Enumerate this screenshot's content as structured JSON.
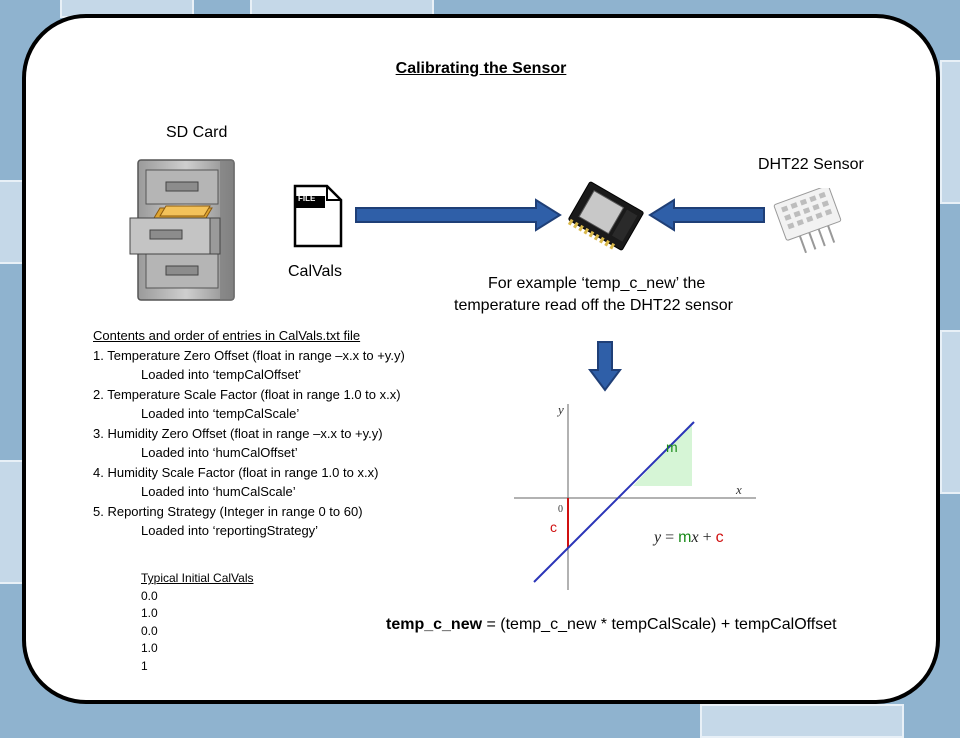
{
  "title": "Calibrating  the Sensor",
  "sd_card_label": "SD Card",
  "file_icon_text": "FILE",
  "file_label": "CalVals",
  "sensor_label": "DHT22 Sensor",
  "example_text": {
    "line1": "For example ‘temp_c_new’ the",
    "line2": "temperature read off the DHT22 sensor"
  },
  "contents": {
    "header": "Contents and order of entries in CalVals.txt file",
    "items": [
      {
        "entry": "1.   Temperature Zero Offset (float in range –x.x to +y.y)",
        "loaded": "Loaded into ‘tempCalOffset’"
      },
      {
        "entry": "2. Temperature Scale Factor (float in range 1.0 to x.x)",
        "loaded": "Loaded into ‘tempCalScale’"
      },
      {
        "entry": "3. Humidity Zero Offset (float in range –x.x to +y.y)",
        "loaded": "Loaded into ‘humCalOffset’"
      },
      {
        "entry": "4. Humidity Scale Factor (float in range 1.0 to x.x)",
        "loaded": "Loaded into ‘humCalScale’"
      },
      {
        "entry": "5. Reporting Strategy (Integer in range 0 to 60)",
        "loaded": "Loaded into ‘reportingStrategy’"
      }
    ]
  },
  "typical": {
    "header": "Typical Initial CalVals",
    "values": [
      "0.0",
      "1.0",
      "0.0",
      "1.0",
      "1"
    ]
  },
  "graph": {
    "y_axis": "y",
    "x_axis": "x",
    "origin": "0",
    "slope_label": "m",
    "intercept_label": "c",
    "equation": {
      "y": "y",
      "eq": " = ",
      "m": "m",
      "x": "x",
      "plus": " + ",
      "c": "c"
    }
  },
  "formula": {
    "lhs": "temp_c_new",
    "rhs": " = (temp_c_new * tempCalScale) + tempCalOffset"
  },
  "colors": {
    "arrow_fill": "#2f5fa8",
    "arrow_stroke": "#1f3f77",
    "line": "#2b35b8",
    "slope_fill": "#d6f5d6",
    "slope_text": "#1a8a1a",
    "intercept": "#d01010"
  }
}
